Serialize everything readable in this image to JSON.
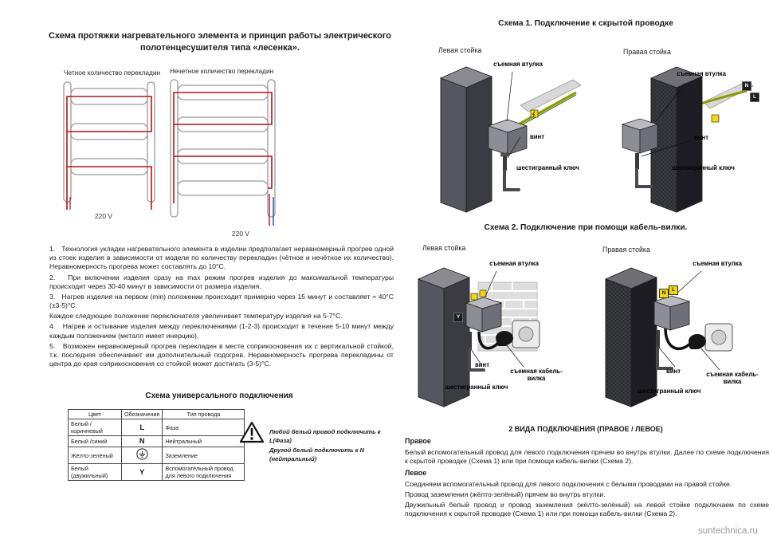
{
  "page": {
    "watermark": "suntechnica.ru"
  },
  "left": {
    "title": "Схема протяжки нагревательного элемента и принцип работы электрического полотенцесушителя типа «лесенка».",
    "ladders": {
      "even_label": "Четное количество перекладин",
      "odd_label": "Нечетное количество перекладин",
      "voltage": "220 V"
    },
    "notes": [
      "1.   Технология укладки нагревательного элемента в изделии предполагает неравномерный прогрев одной из стоек изделия в зависимости от модели по количеству перекладин (чётное и нечётное их количество). Неравномерность прогрева может составлять до 10°С.",
      "2.   При включении изделия сразу на max режим прогрев изделия до максимальной температуры происходит через 30-40 минут в зависимости от размера изделия.",
      "3.   Нагрев изделия на первом (min) положении происходит примерно через 15 минут и составляет ≈ 40°С (±3-5)°С.",
      "Каждое следующее положение переключателя увеличивает температуру изделия на 5-7°С.",
      "4.   Нагрев и остывание изделия между переключениями (1-2-3) происходит в течение 5-10 минут между каждым положением (металл имеет инерцию).",
      "5.   Возможен неравномерный прогрев перекладин в месте соприкосновения их с вертикальной стойкой, т.к. последняя обеспечивает им дополнительный подогрев. Неравномерность прогрева перекладины от центра до края соприкосновения со стойкой может достигать (3-5)°С."
    ],
    "universal": {
      "title": "Схема универсального подключения",
      "table": {
        "headers": [
          "Цвет",
          "Обозначение",
          "Тип провода"
        ],
        "rows": [
          {
            "color": "Белый /коричневый",
            "mark": "L",
            "type": "Фаза"
          },
          {
            "color": "Белый /синий",
            "mark": "N",
            "type": "Нейтральный"
          },
          {
            "color": "Жёлто-зелёный",
            "mark_icon": "ground-symbol",
            "type": "Заземление"
          },
          {
            "color": "Белый (двужильный)",
            "mark": "Y",
            "type": "Вспомогательный провод для левого подключения"
          }
        ]
      },
      "warning_icon": "warning-triangle",
      "warning_line1": "Любой белый провод подключить к L(Фаза)",
      "warning_line2": "Другой белый подключить к N (нейтральный)"
    }
  },
  "right": {
    "schema1": {
      "title": "Схема 1. Подключение к скрытой проводке",
      "left_post_label": "Левая стойка",
      "right_post_label": "Правая стойка",
      "sleeve_label": "съемная втулка",
      "screw_label": "винт",
      "hexkey_label": "шестигранный ключ",
      "wire_n": "N",
      "wire_l": "L"
    },
    "schema2": {
      "title": "Схема 2. Подключение при помощи кабель-вилки.",
      "left_post_label": "Левая стойка",
      "right_post_label": "Правая стойка",
      "sleeve_label": "съемная втулка",
      "screw_label": "винт",
      "plug_label": "съемная кабель-вилка",
      "hexkey_label": "шестигранный ключ",
      "aux_y": "Y",
      "wire_n": "N",
      "wire_l": "L"
    },
    "types": {
      "title": "2 ВИДА ПОДКЛЮЧЕНИЯ (ПРАВОЕ / ЛЕВОЕ)",
      "right_heading": "Правое",
      "right_text": "Белый вспомогательный провод для левого подключения прячем во внутрь втулки. Далее по схеме подключения к скрытой проводке (Схема 1) или при помощи кабель-вилки (Схема 2).",
      "left_heading": "Левое",
      "left_text1": "Соединяем вспомогательный провод для левого подключения с белыми проводами на правой стойке.",
      "left_text2": "Провод заземления (жёлто-зелёный) прячем во внутрь втулки.",
      "left_text3": "Двужильный белый провод и провод заземления (жёлто-зелёный) на левой стойке подключаем по схеме подключения к скрытой проводке (Схема 1) или при помощи кабель-вилки (Схема 2)."
    }
  }
}
